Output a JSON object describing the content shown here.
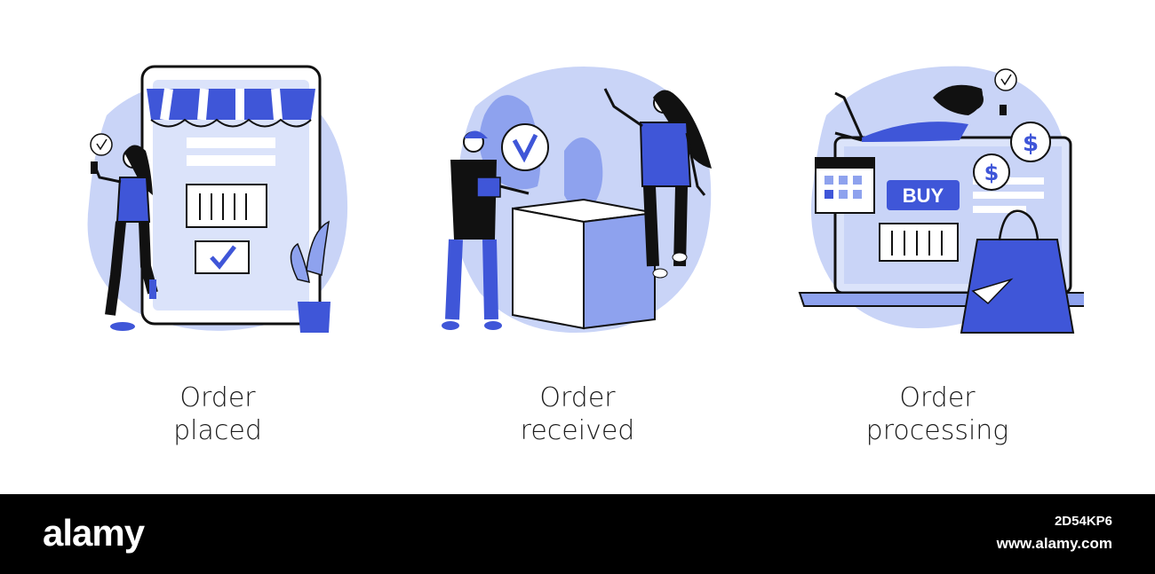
{
  "colors": {
    "accent": "#3f56d8",
    "accent_light": "#c9d4f7",
    "accent_mid": "#8ea2ee",
    "ink": "#111111",
    "footer_bg": "#000000"
  },
  "panels": [
    {
      "caption_line1": "Order",
      "caption_line2": "placed"
    },
    {
      "caption_line1": "Order",
      "caption_line2": "received"
    },
    {
      "caption_line1": "Order",
      "caption_line2": "processing"
    }
  ],
  "buy_label": "BUY",
  "currency_symbol": "$",
  "footer": {
    "brand": "alamy",
    "image_id": "2D54KP6",
    "site": "www.alamy.com"
  }
}
